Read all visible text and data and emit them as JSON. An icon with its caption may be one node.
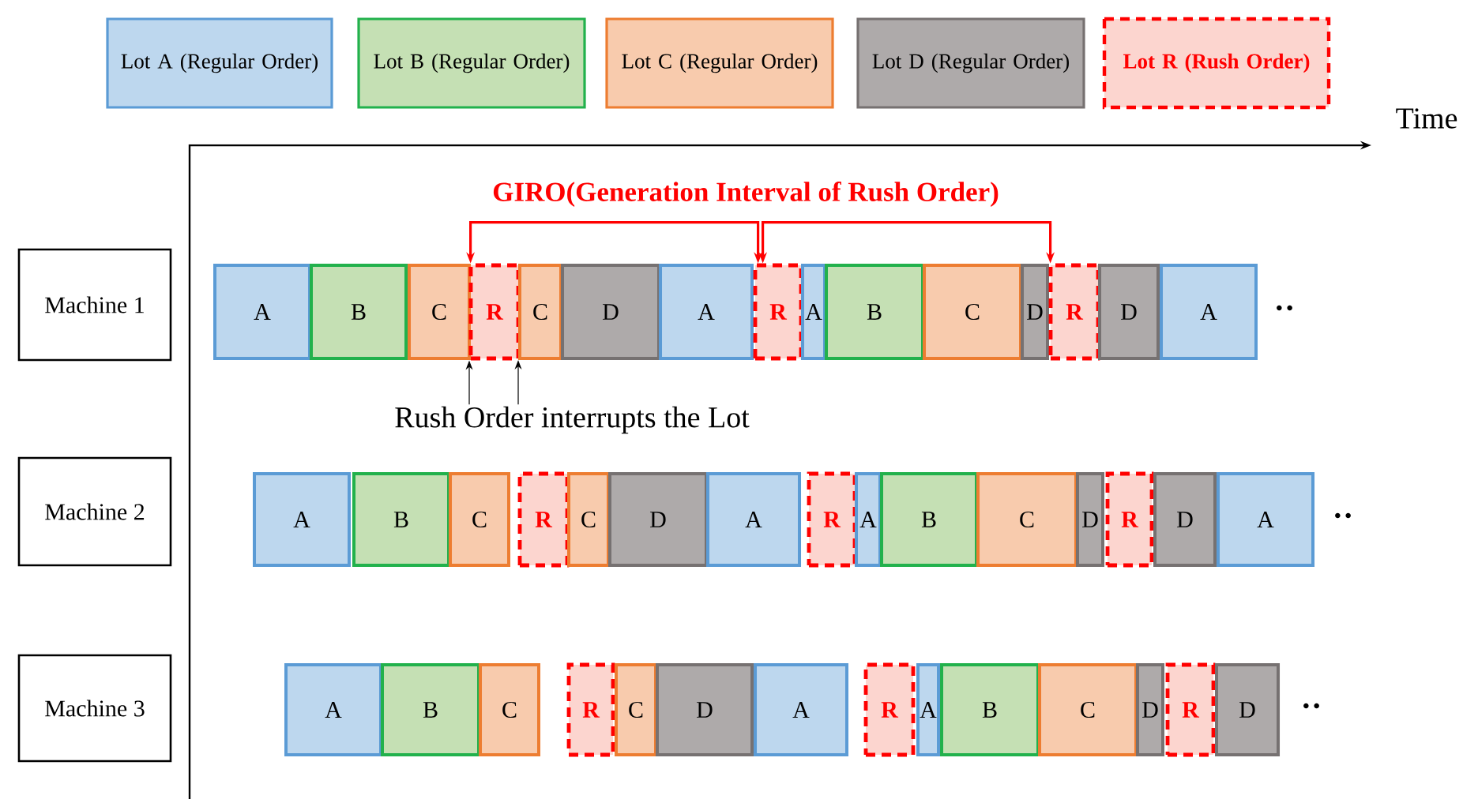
{
  "diagram": {
    "nodes": [
      {
        "text": [
          "Machine 1"
        ]
      },
      {
        "text": [
          "A"
        ]
      },
      {
        "text": [
          "B"
        ]
      },
      {
        "text": [
          "C"
        ]
      },
      {
        "text": [
          "R"
        ]
      },
      {
        "text": [
          "C"
        ]
      },
      {
        "text": [
          "D"
        ]
      },
      {
        "text": [
          "A"
        ]
      },
      {
        "text": [
          "R"
        ]
      },
      {
        "text": [
          "A"
        ]
      },
      {
        "text": [
          "B"
        ]
      },
      {
        "text": [
          "C"
        ]
      },
      {
        "text": [
          "D"
        ]
      },
      {
        "text": [
          "R"
        ]
      },
      {
        "text": [
          "D"
        ]
      },
      {
        "text": [
          "A"
        ]
      },
      {
        "text": [
          "Rush Order interrupts the Lot"
        ]
      },
      {
        "text": [
          "Machine 2"
        ]
      },
      {
        "text": [
          "A"
        ]
      },
      {
        "text": [
          "B"
        ]
      },
      {
        "text": [
          "C"
        ]
      },
      {
        "text": [
          "R"
        ]
      },
      {
        "text": [
          "C"
        ]
      },
      {
        "text": [
          "D"
        ]
      },
      {
        "text": [
          "A"
        ]
      },
      {
        "text": [
          "R"
        ]
      },
      {
        "text": [
          "A"
        ]
      },
      {
        "text": [
          "B"
        ]
      },
      {
        "text": [
          "C"
        ]
      },
      {
        "text": [
          "D"
        ]
      },
      {
        "text": [
          "R"
        ]
      },
      {
        "text": [
          "D"
        ]
      },
      {
        "text": [
          "A"
        ]
      },
      {
        "text": [
          "Machine 3"
        ]
      },
      {
        "text": [
          "A"
        ]
      },
      {
        "text": [
          "B"
        ]
      },
      {
        "text": [
          "C"
        ]
      },
      {
        "text": [
          "R"
        ]
      },
      {
        "text": [
          "C"
        ]
      },
      {
        "text": [
          "D"
        ]
      },
      {
        "text": [
          "A"
        ]
      },
      {
        "text": [
          "R"
        ]
      },
      {
        "text": [
          "A"
        ]
      },
      {
        "text": [
          "B"
        ]
      },
      {
        "text": [
          "C"
        ]
      },
      {
        "text": [
          "D"
        ]
      },
      {
        "text": [
          "R"
        ]
      },
      {
        "text": [
          "D"
        ]
      }
    ],
    "edges": [
      {
        "from": 4,
        "to": 8,
        "arrow": "both",
        "color": "#ff0000"
      },
      {
        "from": 8,
        "to": 13,
        "arrow": "both",
        "color": "#ff0000"
      },
      {
        "from": 16,
        "to": 4,
        "arrow": "to",
        "color": "#000000"
      },
      {
        "from": 16,
        "to": 5,
        "arrow": "to",
        "color": "#000000"
      }
    ],
    "labels": [
      "Time",
      "GIRO(Generation Interval of Rush Order)",
      "··",
      "··",
      "··"
    ],
    "legend": [
      {
        "text": "Lot A (Regular Order)",
        "color": "#bdd7ee"
      },
      {
        "text": "Lot B (Regular Order)",
        "color": "#c5e0b4"
      },
      {
        "text": "Lot C (Regular Order)",
        "color": "#f8cbad"
      },
      {
        "text": "Lot D (Regular Order)",
        "color": "#aeaaaa"
      },
      {
        "text": "Lot R (Rush Order)",
        "color": "#fcd5cf"
      }
    ]
  }
}
